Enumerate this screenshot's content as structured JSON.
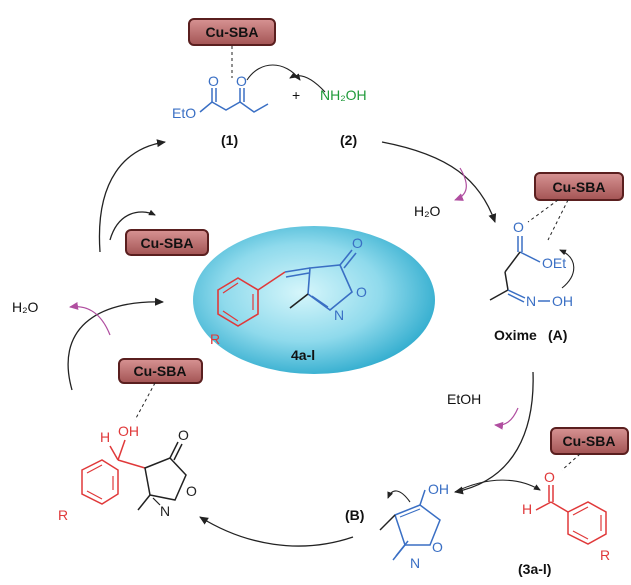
{
  "colors": {
    "badge_fill": "#b86a6a",
    "badge_border": "#5a1f1f",
    "blue": "#3a6fc4",
    "green": "#1f9a3a",
    "red": "#e0393a",
    "magenta": "#b04ea0",
    "ellipse_light": "#bfeef7",
    "ellipse_dark": "#32b7d6"
  },
  "catalyst": "Cu-SBA",
  "labels": {
    "reactant_1": "(1)",
    "reactant_2": "(2)",
    "ethoxy_ester": "EtO",
    "carbonyl_o1": "O",
    "carbonyl_o2": "O",
    "plus": "+",
    "hydroxylamine": "NH₂OH",
    "water_1": "H₂O",
    "water_2": "H₂O",
    "ethanol": "EtOH",
    "oxime": "Oxime",
    "oxime_tag": "(A)",
    "oxime_o": "O",
    "oxime_oet": "OEt",
    "oxime_n": "N",
    "oxime_oh": "OH",
    "product": "4a-l",
    "product_r": "R",
    "product_o_ring": "O",
    "product_n_ring": "N",
    "product_o_carbonyl": "O",
    "intermediate_b": "(B)",
    "b_oh": "OH",
    "b_o": "O",
    "b_n": "N",
    "aldehyde": "(3a-l)",
    "ald_o": "O",
    "ald_h": "H",
    "ald_r": "R",
    "adduct_h": "H",
    "adduct_oh": "OH",
    "adduct_r": "R",
    "adduct_o_carbonyl": "O",
    "adduct_o_ring": "O",
    "adduct_n": "N"
  }
}
